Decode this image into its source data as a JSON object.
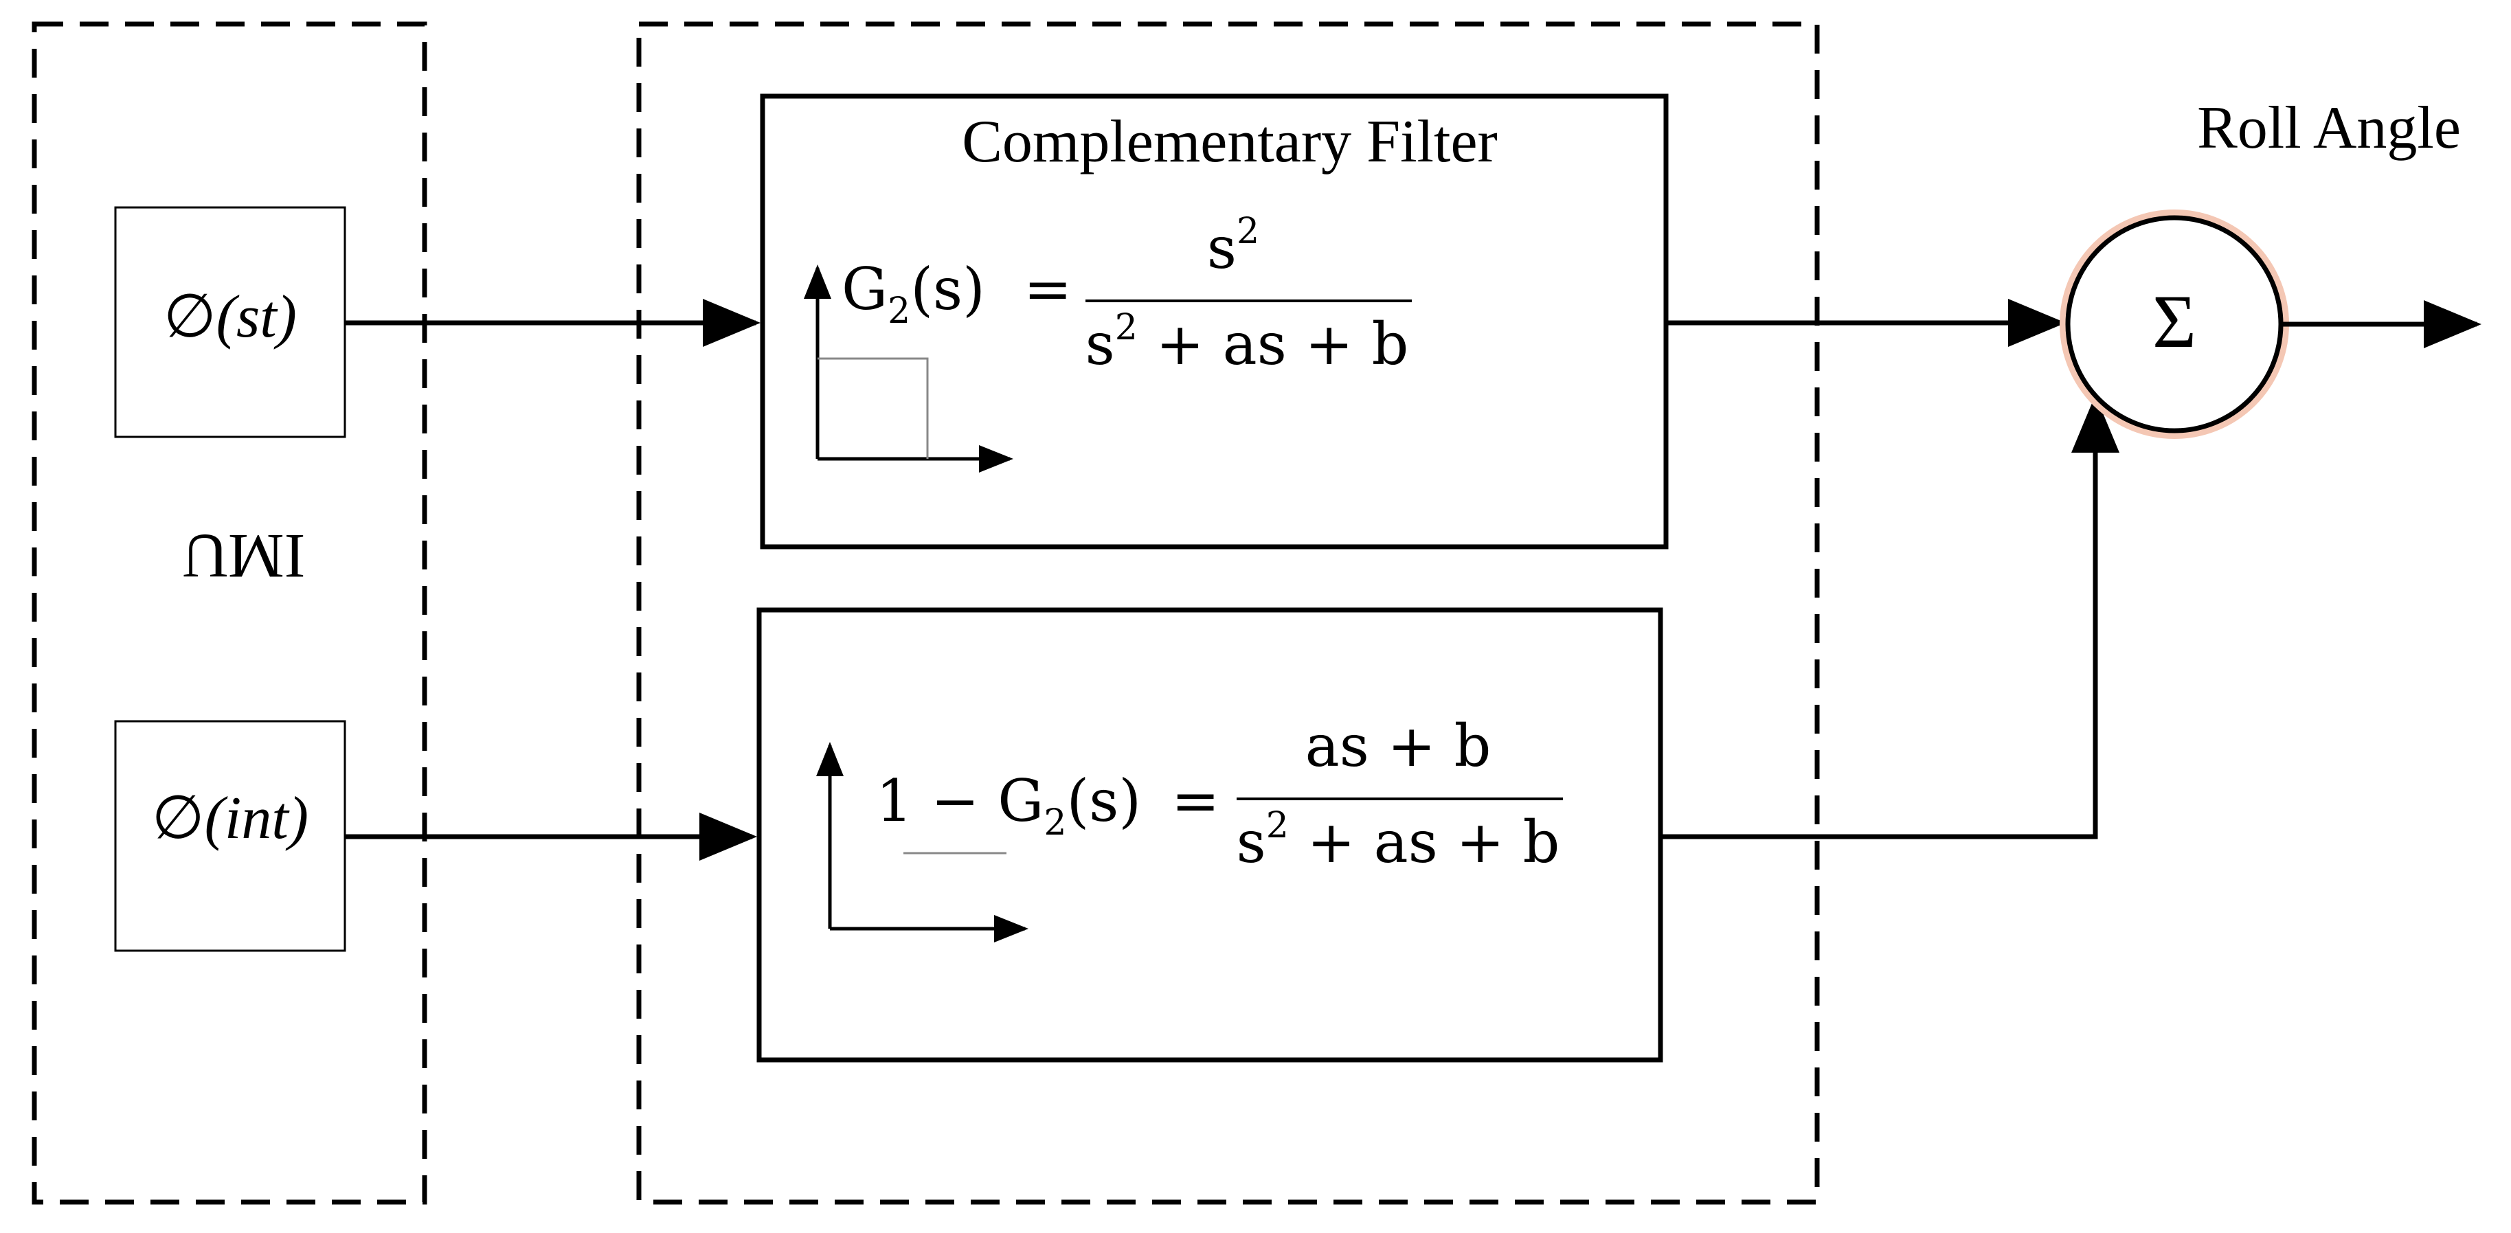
{
  "imu": {
    "label": "IMU",
    "input_top": {
      "phi": "∅",
      "arg": "(st)"
    },
    "input_bottom": {
      "phi": "∅",
      "arg": "(int)"
    }
  },
  "filter": {
    "title": "Complementary Filter",
    "high_pass": {
      "lhs_G": "G",
      "lhs_sub": "2",
      "lhs_arg": "(s)",
      "eq": "=",
      "num_base": "s",
      "num_sup": "2",
      "den_s": "s",
      "den_sup": "2",
      "den_rest": " + as + b"
    },
    "low_pass": {
      "lhs_prefix": "1 − ",
      "lhs_G": "G",
      "lhs_sub": "2",
      "lhs_arg": "(s)",
      "eq": "=",
      "num": "as + b",
      "den_s": "s",
      "den_sup": "2",
      "den_rest": " + as + b"
    }
  },
  "output": {
    "label": "Roll Angle",
    "sum_symbol": "Σ"
  },
  "colors": {
    "stroke": "#000000",
    "sum_outline": "#000000",
    "sum_glow": "#f4c7b4"
  }
}
